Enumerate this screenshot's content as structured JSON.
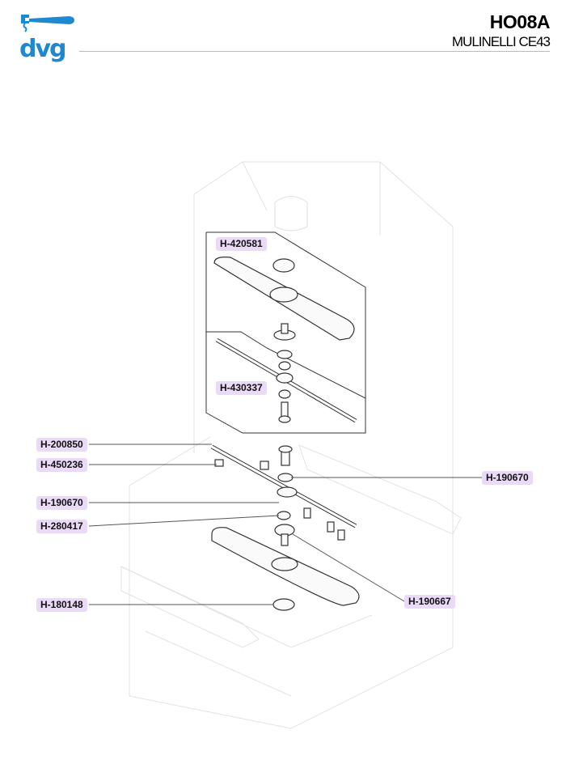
{
  "header": {
    "logo_text": "dvg",
    "code": "HO08A",
    "subtitle": "MULINELLI CE43"
  },
  "colors": {
    "brand": "#1e88d0",
    "label_bg": "#ead9f7"
  },
  "parts": [
    {
      "id": "H-420581"
    },
    {
      "id": "H-430337"
    },
    {
      "id": "H-200850"
    },
    {
      "id": "H-450236"
    },
    {
      "id": "H-190670"
    },
    {
      "id": "H-190670"
    },
    {
      "id": "H-280417"
    },
    {
      "id": "H-190667"
    },
    {
      "id": "H-180148"
    }
  ]
}
